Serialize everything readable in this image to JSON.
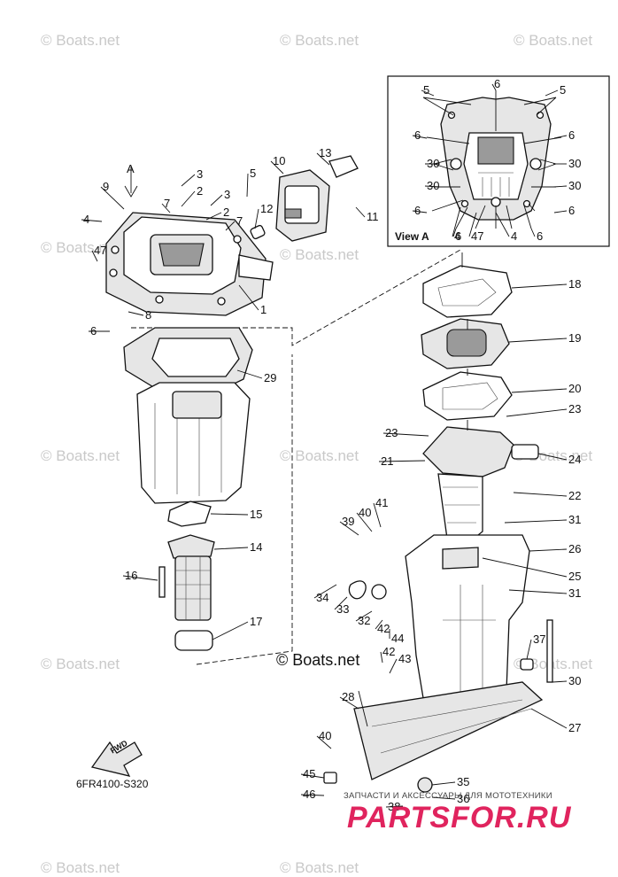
{
  "watermark": "© Boats.net",
  "copyright": "© Boats.net",
  "diagram_code": "6FR4100-S320",
  "view_label": "View A",
  "view_arrow_label": "A",
  "fwd_label": "FWD",
  "site_tagline": "ЗАПЧАСТИ И АКСЕССУАРЫ ДЛЯ МОТОТЕХНИКИ",
  "site_logo": "PARTSFOR.RU",
  "callouts": [
    "1",
    "2",
    "2",
    "3",
    "3",
    "4",
    "4",
    "4",
    "5",
    "5",
    "5",
    "6",
    "6",
    "6",
    "6",
    "6",
    "6",
    "6",
    "6",
    "7",
    "7",
    "8",
    "9",
    "10",
    "11",
    "12",
    "13",
    "14",
    "15",
    "16",
    "17",
    "18",
    "19",
    "20",
    "21",
    "22",
    "23",
    "23",
    "24",
    "25",
    "26",
    "27",
    "28",
    "29",
    "30",
    "30",
    "30",
    "30",
    "30",
    "31",
    "31",
    "32",
    "33",
    "34",
    "35",
    "36",
    "37",
    "38",
    "39",
    "40",
    "40",
    "41",
    "42",
    "42",
    "43",
    "44",
    "45",
    "46",
    "47",
    "47"
  ]
}
